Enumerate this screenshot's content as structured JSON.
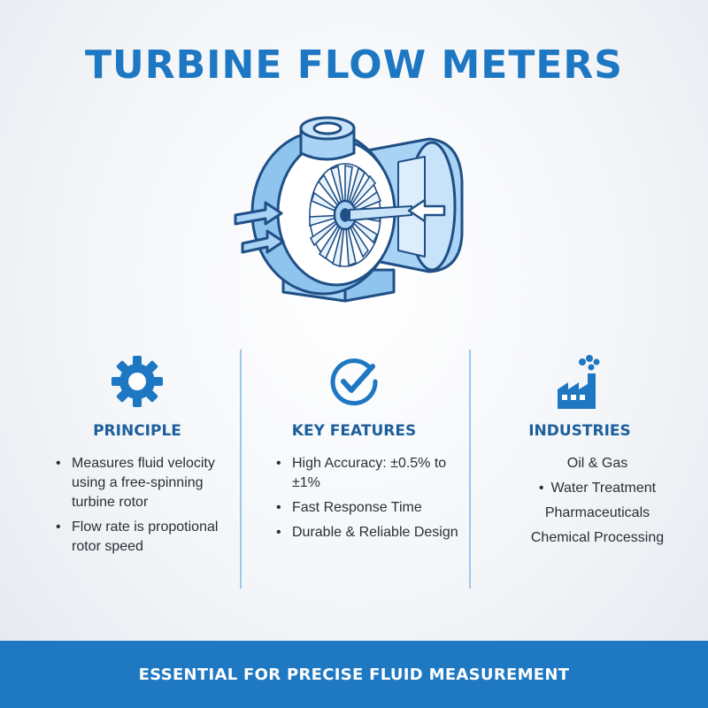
{
  "title": "TURBINE FLOW METERS",
  "colors": {
    "accent": "#1d77c2",
    "heading": "#1d5f9c",
    "meter_fill": "#a9d3f5",
    "meter_stroke": "#1f4f86",
    "footer_bg": "#1e78c2"
  },
  "columns": [
    {
      "icon": "gear-icon",
      "heading": "PRINCIPLE",
      "items": [
        "Measures fluid velocity using a free-spinning turbine rotor",
        "Flow rate is propotional rotor speed"
      ]
    },
    {
      "icon": "checkmark-circle-icon",
      "heading": "KEY FEATURES",
      "items": [
        "High Accuracy: ±0.5% to ±1%",
        "Fast Response Time",
        "Durable & Reliable Design"
      ]
    },
    {
      "icon": "factory-icon",
      "heading": "INDUSTRIES",
      "items": [
        "Oil & Gas",
        "Water Treatment",
        "Pharmaceuticals",
        "Chemical Processing"
      ]
    }
  ],
  "footer": "ESSENTIAL FOR PRECISE FLUID MEASUREMENT"
}
